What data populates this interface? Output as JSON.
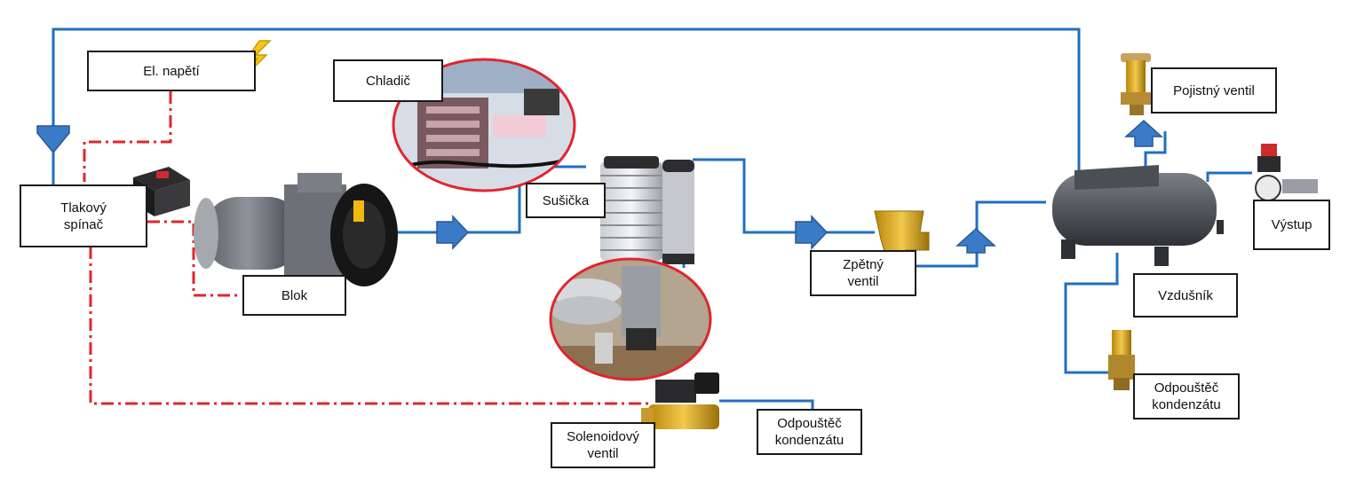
{
  "labels": {
    "el_napeti": "El. napětí",
    "chladic": "Chladič",
    "tlakovy_spinac": "Tlakový\nspínač",
    "blok": "Blok",
    "susicka": "Sušička",
    "zpetny_ventil": "Zpětný\nventil",
    "solenoidovy_ventil": "Solenoidový\nventil",
    "odpoustec_kondenzatu_1": "Odpouštěč\nkondenzátu",
    "pojistny_ventil": "Pojistný ventil",
    "vystup": "Výstup",
    "vzdusnik": "Vzdušník",
    "odpoustec_kondenzatu_2": "Odpouštěč\nkondenzátu"
  },
  "colors": {
    "air_line": "#1f6fc2",
    "arrow_fill": "#3a7bc8",
    "electric_line": "#e0262e",
    "box_border": "#1a1a1a",
    "photo_ring": "#e0262e"
  },
  "icons": [
    "lightning-bolt-icon",
    "flow-arrow-icon"
  ]
}
